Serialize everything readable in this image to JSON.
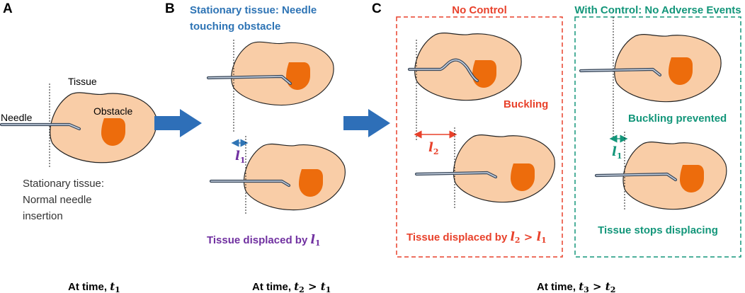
{
  "panels": {
    "a": {
      "letter": "A",
      "tissue_label": "Tissue",
      "needle_label": "Needle",
      "obstacle_label": "Obstacle",
      "caption_lines": [
        "Stationary tissue:",
        "Normal needle",
        "insertion"
      ],
      "time_prefix": "At time, ",
      "time_symbol": "t",
      "time_sub": "1"
    },
    "b": {
      "letter": "B",
      "title_lines": [
        "Stationary tissue: Needle",
        "touching obstacle"
      ],
      "disp_symbol": "l",
      "disp_sub": "1",
      "caption_prefix": "Tissue displaced by ",
      "caption_symbol": "l",
      "caption_sub": "1",
      "time_prefix": "At time, ",
      "time_symbol1": "t",
      "time_sub1": "2",
      "time_op": " > ",
      "time_symbol2": "t",
      "time_sub2": "1"
    },
    "c": {
      "letter": "C",
      "no_control": {
        "title": "No Control",
        "buckling_label": "Buckling",
        "disp_symbol": "l",
        "disp_sub": "2",
        "caption_prefix": "Tissue displaced by ",
        "caption_symbol1": "l",
        "caption_sub1": "2",
        "caption_op": " > ",
        "caption_symbol2": "l",
        "caption_sub2": "1"
      },
      "with_control": {
        "title": "With Control: No Adverse Events",
        "prevented_label": "Buckling prevented",
        "disp_symbol": "l",
        "disp_sub": "1",
        "caption": "Tissue stops displacing"
      },
      "time_prefix": "At time, ",
      "time_symbol1": "t",
      "time_sub1": "3",
      "time_op": " > ",
      "time_symbol2": "t",
      "time_sub2": "2"
    }
  },
  "colors": {
    "tissue": "#f9cda7",
    "obstacle": "#ed6c0c",
    "arrow": "#2e6fb8",
    "blue_text": "#2e74b5",
    "purple_text": "#7030a0",
    "red_text": "#e8412b",
    "green_text": "#13967a"
  }
}
